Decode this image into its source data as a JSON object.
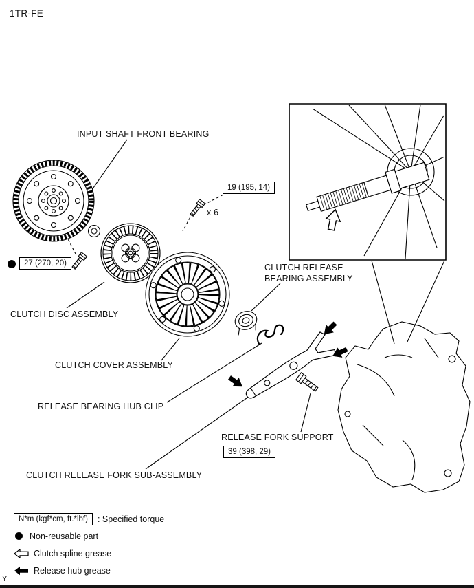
{
  "page": {
    "engine_code": "1TR-FE",
    "page_marker": "Y"
  },
  "part_labels": {
    "input_shaft_front_bearing": "INPUT SHAFT FRONT BEARING",
    "clutch_disc_assembly": "CLUTCH DISC ASSEMBLY",
    "clutch_release_bearing_line1": "CLUTCH RELEASE",
    "clutch_release_bearing_line2": "BEARING ASSEMBLY",
    "clutch_cover_assembly": "CLUTCH COVER ASSEMBLY",
    "release_bearing_hub_clip": "RELEASE BEARING HUB CLIP",
    "release_fork_support": "RELEASE FORK SUPPORT",
    "clutch_release_fork_sub_assembly": "CLUTCH RELEASE FORK SUB-ASSEMBLY"
  },
  "torque_specs": {
    "clutch_cover_bolts": {
      "value": "19 (195, 14)",
      "count": "x 6"
    },
    "flywheel_area_bolt": {
      "value": "27 (270, 20)",
      "non_reusable": true
    },
    "release_fork_support": {
      "value": "39 (398, 29)"
    }
  },
  "legend": {
    "torque_unit_box": "N*m (kgf*cm, ft.*lbf)",
    "torque_description": ": Specified torque",
    "non_reusable_part": "Non-reusable part",
    "clutch_spline_grease": "Clutch spline grease",
    "release_hub_grease": "Release hub grease"
  },
  "colors": {
    "line": "#000000",
    "background": "#ffffff"
  }
}
